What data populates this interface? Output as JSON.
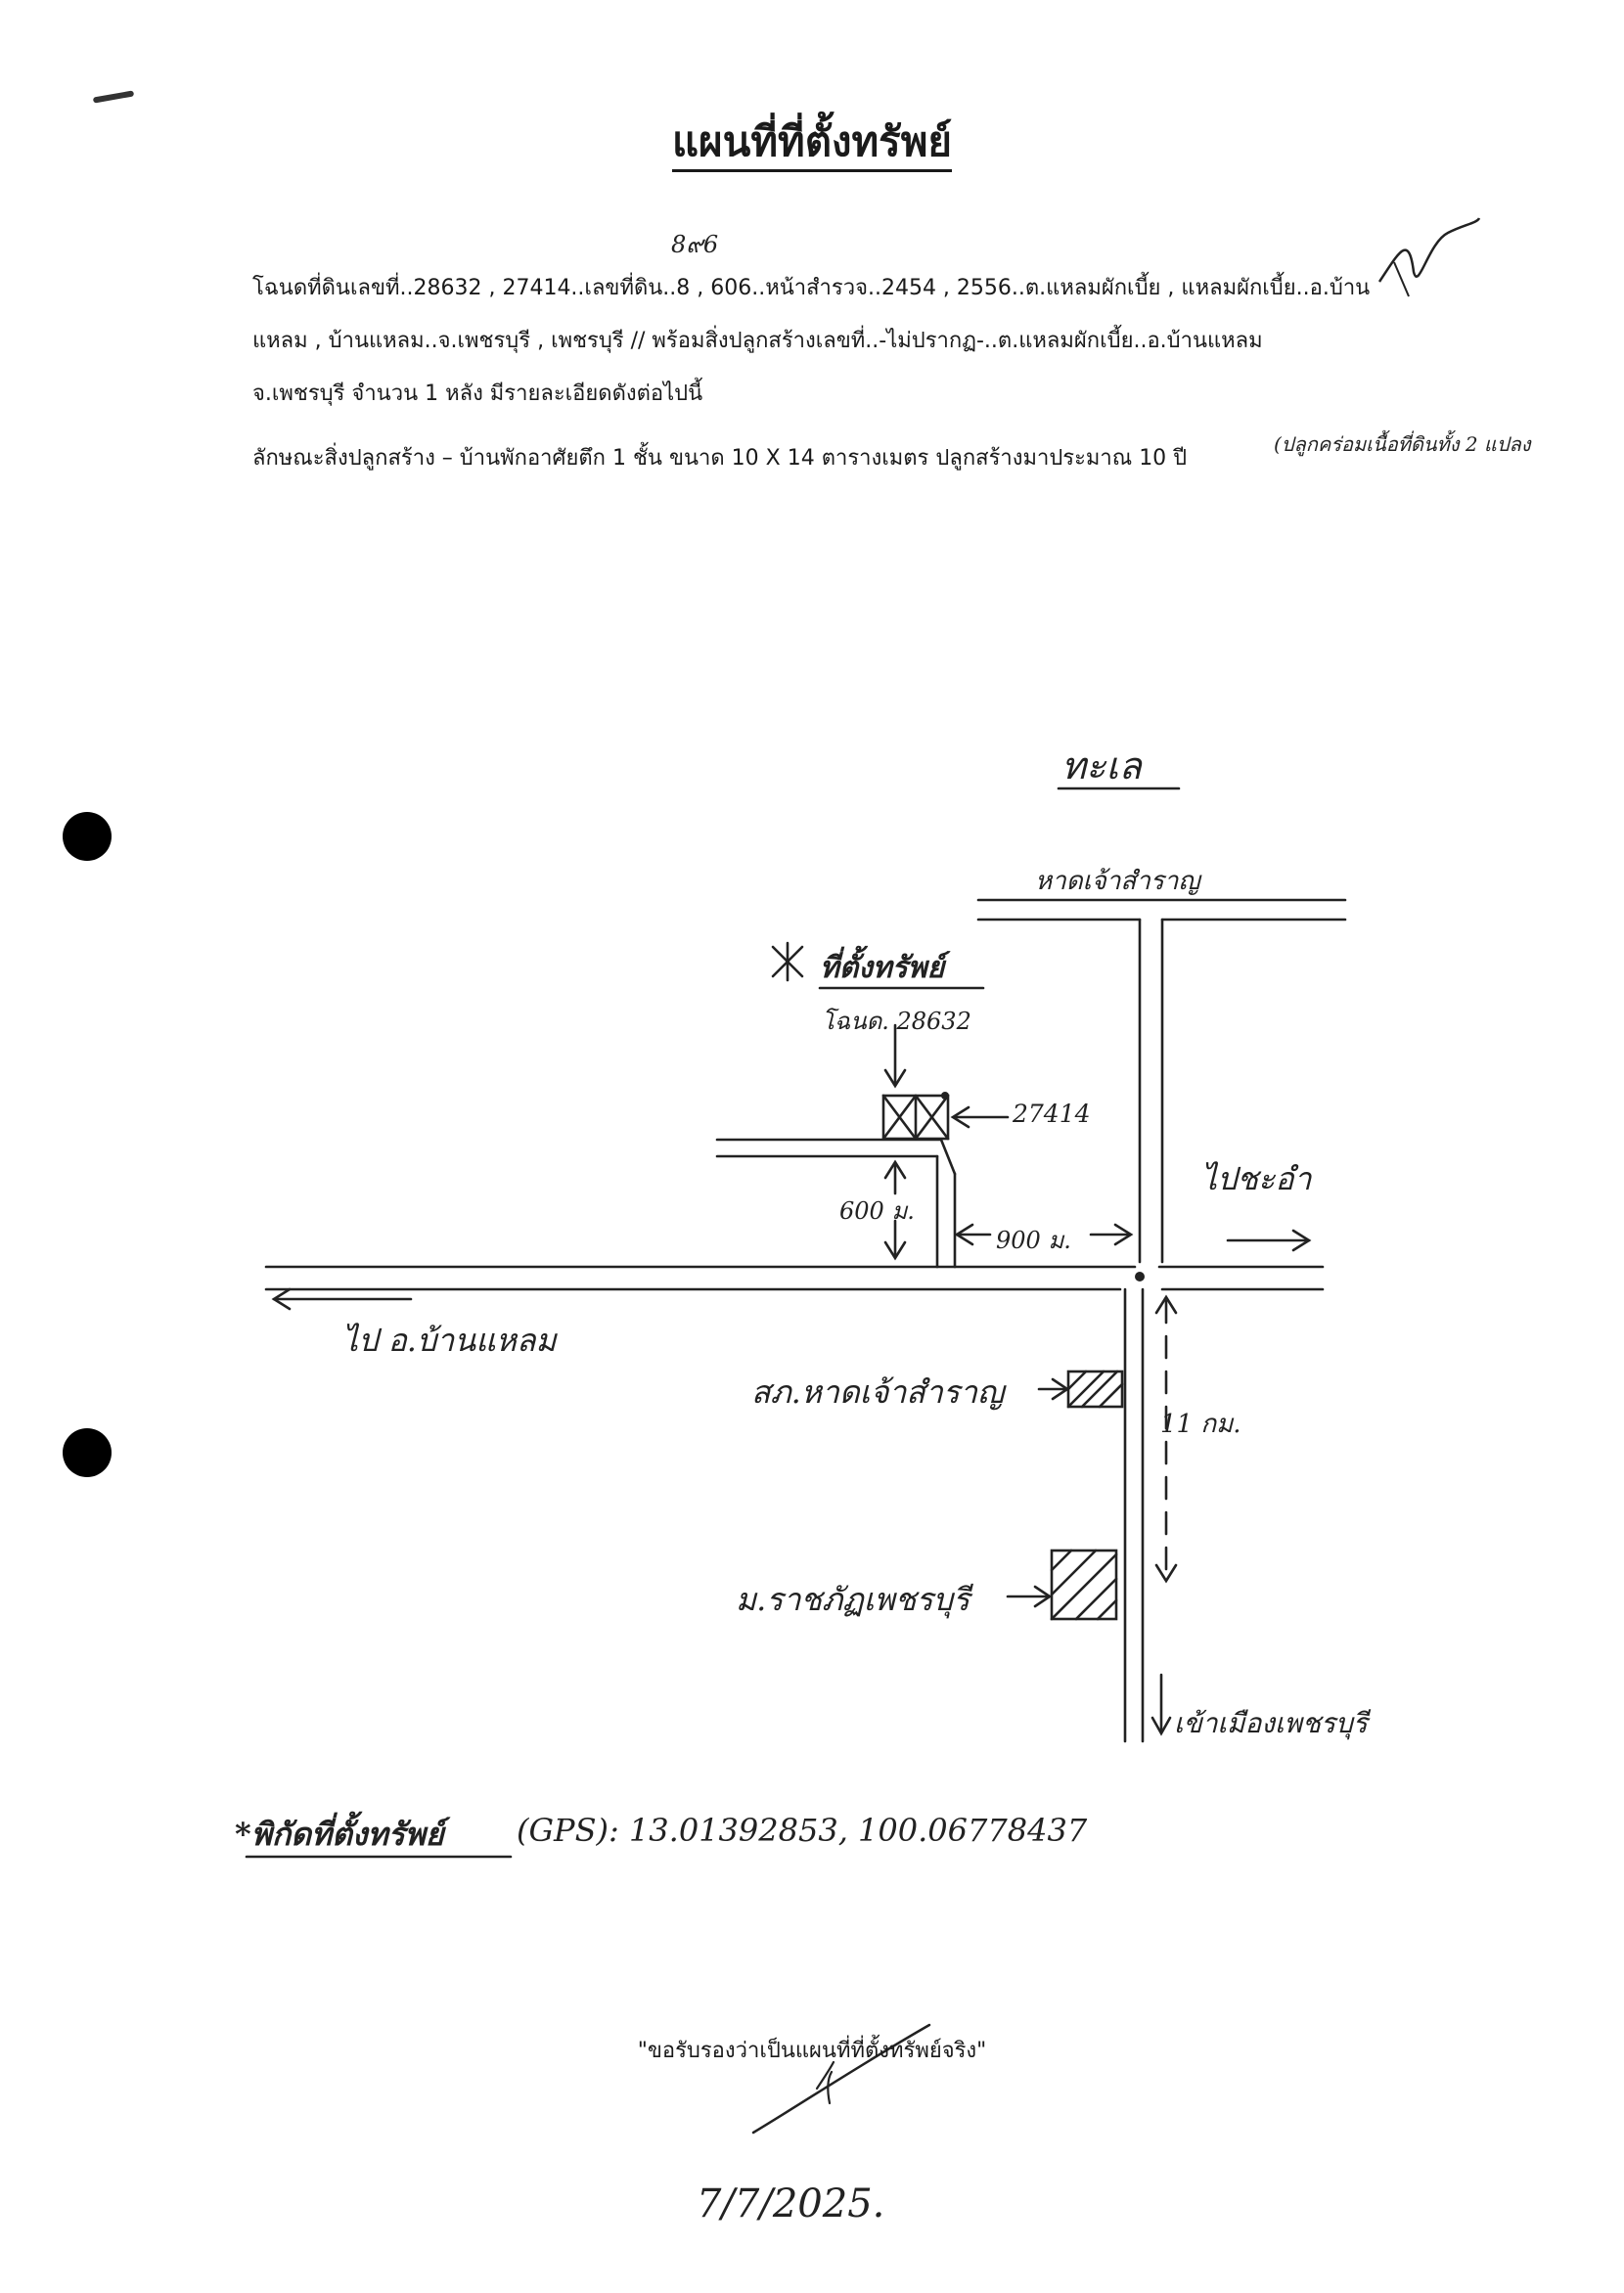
{
  "document": {
    "title": "แผนที่ที่ตั้งทรัพย์",
    "lines": [
      "โฉนดที่ดินเลขที่..28632 , 27414..เลขที่ดิน..8 , 606..หน้าสำรวจ..2454 , 2556..ต.แหลมผักเบี้ย , แหลมผักเบี้ย..อ.บ้าน",
      "แหลม , บ้านแหลม..จ.เพชรบุรี , เพชรบุรี // พร้อมสิ่งปลูกสร้างเลขที่..-ไม่ปรากฏ-..ต.แหลมผักเบี้ย..อ.บ้านแหลม",
      "จ.เพชรบุรี จำนวน 1 หลัง มีรายละเอียดดังต่อไปนี้",
      "ลักษณะสิ่งปลูกสร้าง – บ้านพักอาศัยตึก 1 ชั้น ขนาด 10 X 14 ตารางเมตร ปลูกสร้างมาประมาณ 10 ปี"
    ],
    "handwritten": {
      "parcel_correction": "8๙6",
      "line4_note": "(ปลูกคร่อมเนื้อที่ดินทั้ง 2 แปลง",
      "map": {
        "sea": "ทะเล",
        "beach_road": "หาดเจ้าสำราญ",
        "property": "ที่ตั้งทรัพย์",
        "deed_no": "โฉนด. 28632",
        "parcel_no": "27414",
        "to_cha_am": "ไปชะอำ",
        "to_ban_laem": "ไป อ.บ้านแหลม",
        "dist_600": "600 ม.",
        "dist_900": "900 ม.",
        "dist_11km": "11 กม.",
        "police_station": "สภ.หาดเจ้าสำราญ",
        "university": "ม.ราชภัฏเพชรบุรี",
        "to_city": "เข้าเมืองเพชรบุรี"
      },
      "gps_label": "*พิกัดที่ตั้งทรัพย์",
      "gps_coords": "(GPS): 13.01392853, 100.06778437",
      "date": "7/7/2025."
    },
    "certification": "\"ขอรับรองว่าเป็นแผนที่ที่ตั้งทรัพย์จริง\""
  }
}
